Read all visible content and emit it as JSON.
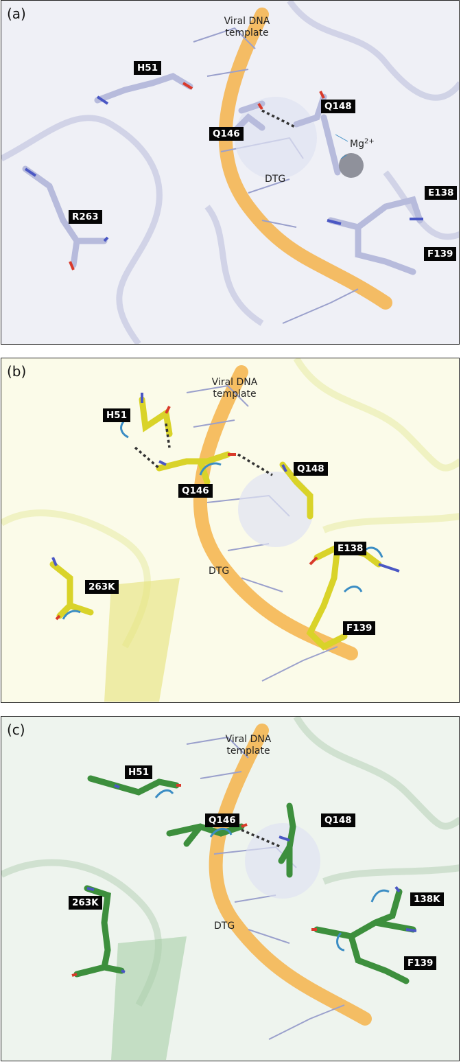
{
  "colors": {
    "panel_a": "#b7bbdc",
    "panel_b": "#d9d329",
    "panel_c": "#3d8f3d",
    "dna_backbone": "#f5b34a",
    "arrow": "#3b8dc4",
    "label_bg": "#050505"
  },
  "panels": [
    {
      "label": "(a)",
      "dna_label": "Viral DNA template",
      "drug_label": "DTG",
      "ion_label": "Mg",
      "ion_charge": "2+",
      "residues": [
        "H51",
        "Q146",
        "Q148",
        "R263",
        "E138",
        "F139"
      ]
    },
    {
      "label": "(b)",
      "dna_label": "Viral DNA template",
      "drug_label": "DTG",
      "residues": [
        "H51",
        "Q146",
        "Q148",
        "263K",
        "E138",
        "F139"
      ]
    },
    {
      "label": "(c)",
      "dna_label": "Viral DNA template",
      "drug_label": "DTG",
      "residues": [
        "H51",
        "Q146",
        "Q148",
        "263K",
        "138K",
        "F139"
      ]
    }
  ]
}
